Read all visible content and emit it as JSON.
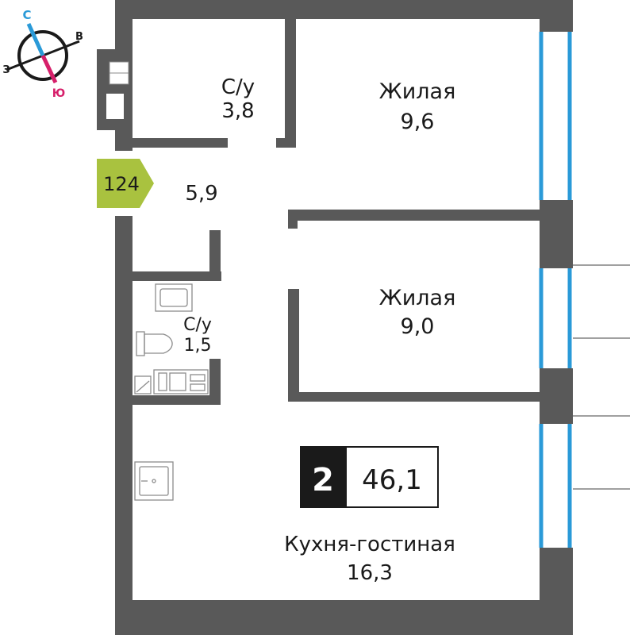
{
  "colors": {
    "wall": "#595959",
    "window": "#2a9ad8",
    "entrance_badge": "#a9c23f",
    "rooms_badge_bg": "#1a1a1a",
    "compass_north": "#2a9ad8",
    "compass_south": "#d61f6a"
  },
  "compass": {
    "north": "С",
    "east": "В",
    "west": "З",
    "south": "Ю"
  },
  "entrance": {
    "number": "124"
  },
  "rooms": {
    "bathroom_upper": {
      "name": "С/у",
      "area": "3,8"
    },
    "hall": {
      "area": "5,9"
    },
    "living_upper": {
      "name": "Жилая",
      "area": "9,6"
    },
    "living_lower": {
      "name": "Жилая",
      "area": "9,0"
    },
    "bathroom_lower": {
      "name": "С/у",
      "area": "1,5"
    },
    "kitchen": {
      "name": "Кухня-гостиная",
      "area": "16,3"
    }
  },
  "summary": {
    "room_count": "2",
    "total_area": "46,1"
  },
  "icons": [
    "toilet-icon",
    "sink-icon",
    "bathtub-icon",
    "stove-icon",
    "washbasin-icon"
  ]
}
